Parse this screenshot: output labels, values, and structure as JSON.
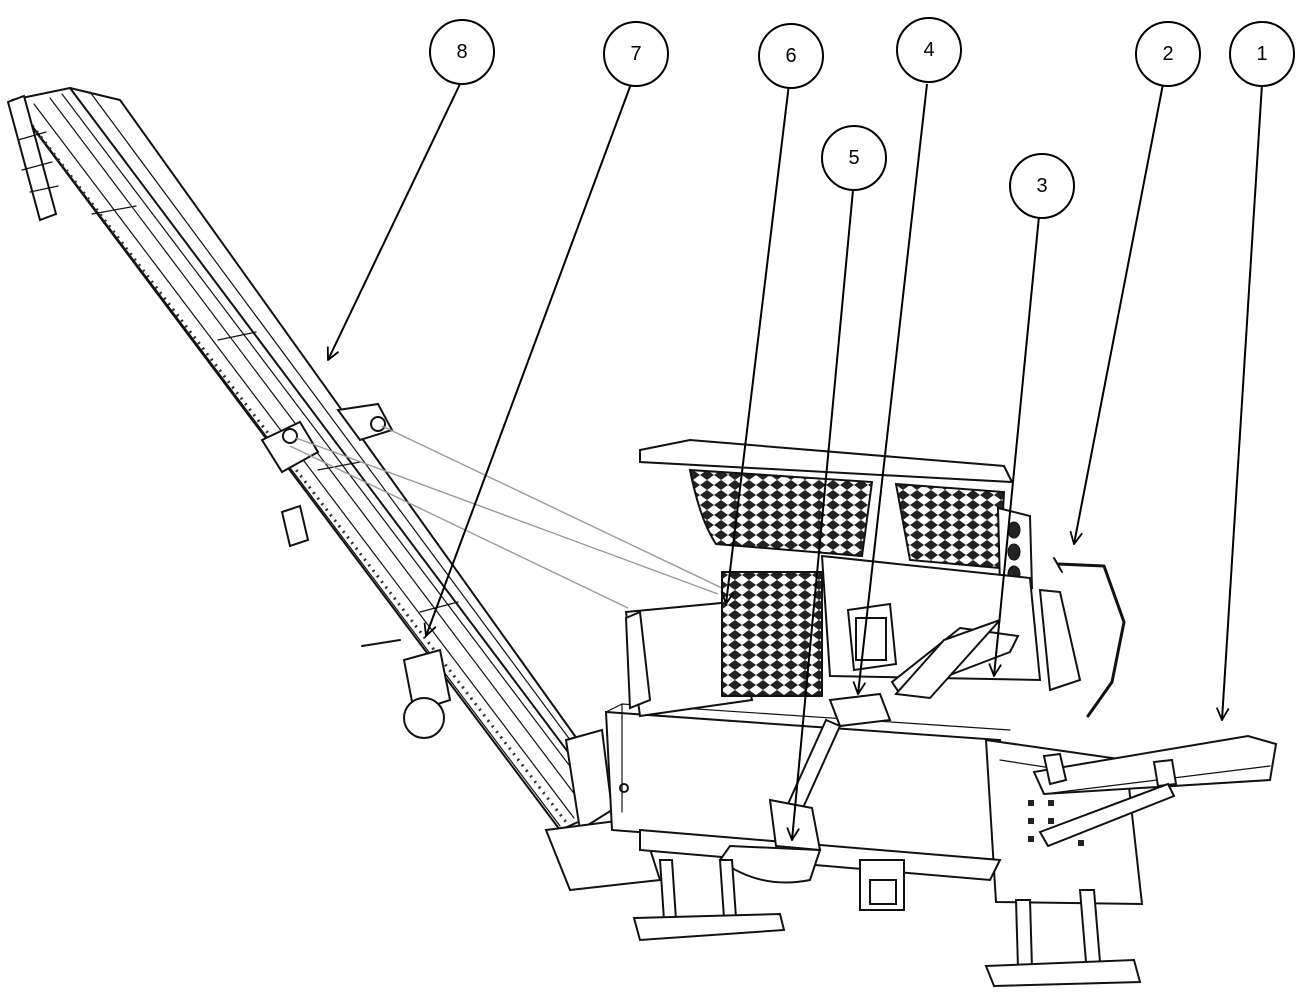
{
  "callouts": [
    {
      "label": "1"
    },
    {
      "label": "2"
    },
    {
      "label": "3"
    },
    {
      "label": "4"
    },
    {
      "label": "5"
    },
    {
      "label": "6"
    },
    {
      "label": "7"
    },
    {
      "label": "8"
    }
  ],
  "colors": {
    "ink": "#111111",
    "background": "#ffffff",
    "guide": "#999999"
  }
}
